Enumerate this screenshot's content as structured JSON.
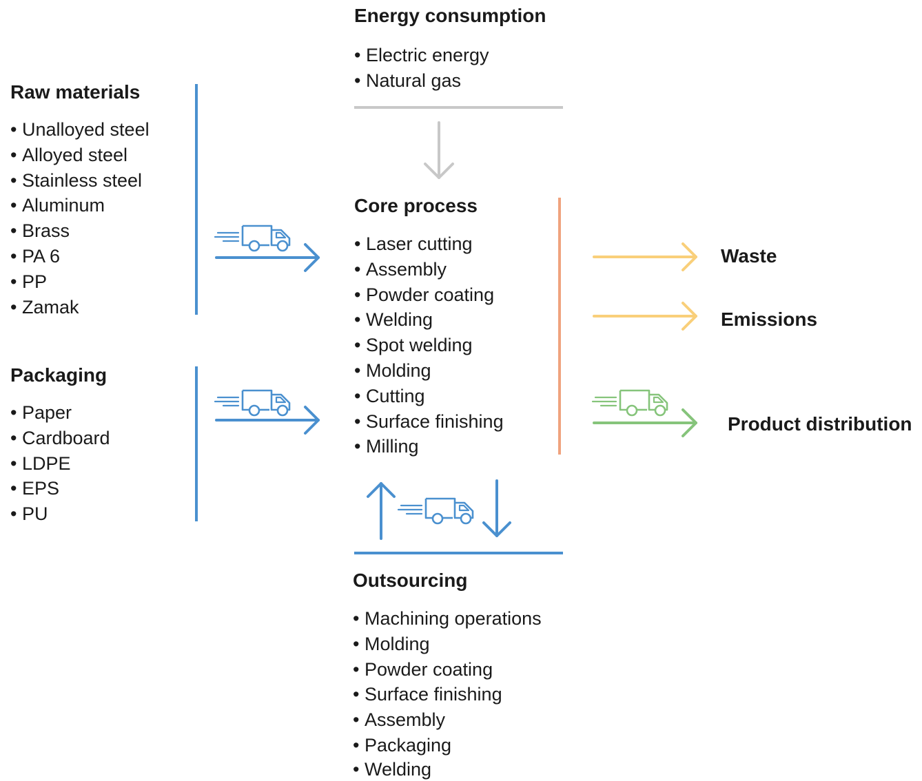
{
  "energy": {
    "title": "Energy consumption",
    "items": [
      "Electric energy",
      "Natural gas"
    ]
  },
  "raw_materials": {
    "title": "Raw materials",
    "items": [
      "Unalloyed steel",
      "Alloyed steel",
      "Stainless steel",
      "Aluminum",
      "Brass",
      "PA 6",
      "PP",
      "Zamak"
    ]
  },
  "packaging": {
    "title": "Packaging",
    "items": [
      "Paper",
      "Cardboard",
      "LDPE",
      "EPS",
      "PU"
    ]
  },
  "core_process": {
    "title": "Core process",
    "items": [
      "Laser cutting",
      "Assembly",
      "Powder coating",
      "Welding",
      "Spot welding",
      "Molding",
      "Cutting",
      "Surface finishing",
      "Milling"
    ]
  },
  "outsourcing": {
    "title": "Outsourcing",
    "items": [
      "Machining operations",
      "Molding",
      "Powder coating",
      "Surface finishing",
      "Assembly",
      "Packaging",
      "Welding"
    ]
  },
  "outputs": {
    "waste": "Waste",
    "emissions": "Emissions",
    "distribution": "Product distribution"
  },
  "colors": {
    "blue": "#4a90cf",
    "gray": "#c8c8c8",
    "orange": "#f0a37e",
    "yellow": "#f9cf7a",
    "green": "#86c47b",
    "text": "#1a1a1a"
  },
  "icons": {
    "transport": "truck-icon",
    "flow": "arrow-icon"
  }
}
